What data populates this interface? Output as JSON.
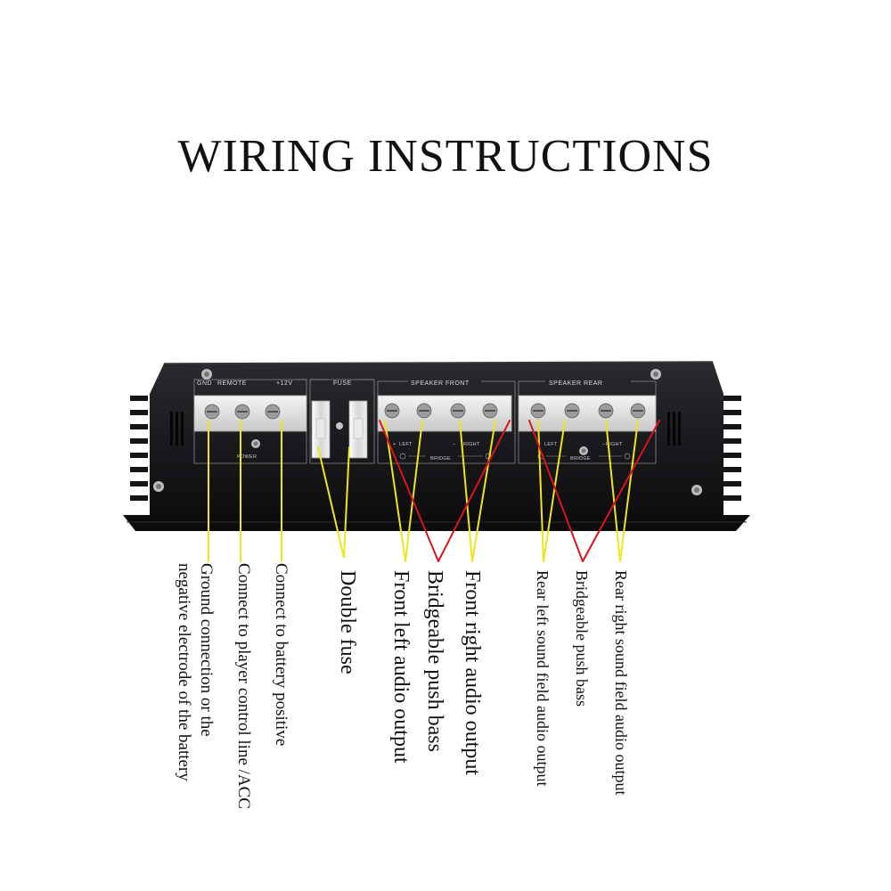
{
  "title": "WIRING INSTRUCTIONS",
  "panel": {
    "gnd": "GND",
    "remote": "REMOTE",
    "plus12v": "+12V",
    "fuse": "FUSE",
    "speaker_front": "SPEAKER  FRONT",
    "speaker_rear": "SPEAKER  REAR",
    "power": "POWER",
    "left": "LEFT",
    "right": "RIGHT",
    "bridge": "BRIDGE",
    "plus_sign": "+",
    "minus_sign": "−"
  },
  "labels": [
    {
      "id": "ground",
      "lines": [
        "Ground connection or the",
        "negative electrode of the battery"
      ]
    },
    {
      "id": "remote",
      "lines": [
        "Connect to player control line /ACC"
      ]
    },
    {
      "id": "battery",
      "lines": [
        "Connect to battery positive"
      ]
    },
    {
      "id": "fuse",
      "lines": [
        "Double  fuse"
      ]
    },
    {
      "id": "front-left",
      "lines": [
        "Front left audio output"
      ]
    },
    {
      "id": "front-bridge",
      "lines": [
        "Bridgeable push bass"
      ]
    },
    {
      "id": "front-right",
      "lines": [
        "Front right audio output"
      ]
    },
    {
      "id": "rear-left",
      "lines": [
        "Rear left sound field audio output"
      ]
    },
    {
      "id": "rear-bridge",
      "lines": [
        "Bridgeable push bass"
      ]
    },
    {
      "id": "rear-right",
      "lines": [
        "Rear right sound field audio output"
      ]
    }
  ],
  "colors": {
    "yellow_wire": "#f2e41c",
    "red_wire": "#d8141c",
    "amp_body": "#16171a"
  }
}
